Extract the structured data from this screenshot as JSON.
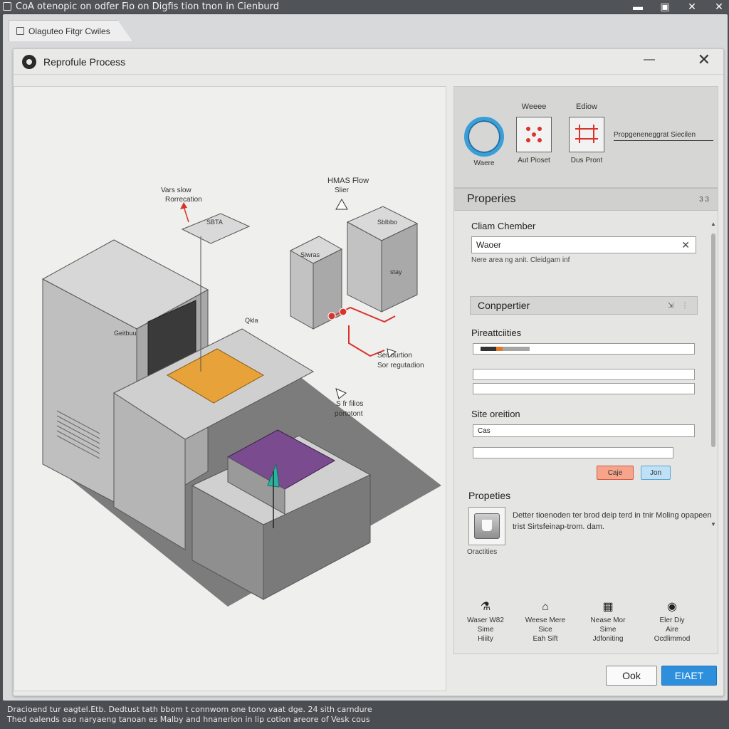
{
  "window": {
    "app_title": "CoA otenopic on odfer Fio on Digfis tion tnon in Cienburd",
    "tab_label": "Olaguteo Fitgr Cwiles",
    "dialog_title": "Reprofule Process"
  },
  "canvas": {
    "labels": {
      "vars_flow": "Vars slow",
      "reference": "Rorrecation",
      "hmas_flow": "HMAS Flow",
      "hmas_sub": "Slier",
      "ser_a": "Ser ourtion",
      "ser_b": "Sor regutadion",
      "sr_fillos": "S fr filios",
      "portotont": "portotont",
      "box1": "SBTA",
      "box2": "Siwras",
      "box3": "Sblbbo",
      "box4": "Qkla",
      "side_label": "Geitbuu",
      "stay": "stay"
    }
  },
  "panel": {
    "tools": {
      "circle_label": "Waere",
      "tool1_top": "Weeee",
      "tool1_bot": "Aut Pioset",
      "tool2_top": "Ediow",
      "tool2_bot": "Dus Pront",
      "tool3_label": "Propgeneneggrat Siecilen"
    },
    "properties_title": "Properies",
    "properties_icons": "3 3",
    "chamber_label": "Cliam Chember",
    "chamber_value": "Waoer",
    "chamber_hint": "Nere area ng anit. Cleidgam inf",
    "component_head": "Conppertier",
    "component_icons": "⇲ ⋮",
    "pressure_label": "Pireattciities",
    "site_label": "Site oreition",
    "site_value": "Cas",
    "btn_cancel": "Caje",
    "btn_join": "Jon",
    "props2_title": "Propeties",
    "thumb_caption": "Oractities",
    "description": "Detter tioenoden ter brod deip terd in tnir Moling opapeen trist Sirtsfeinap-trom. dam.",
    "bottom": [
      {
        "icon": "⚗",
        "line1": "Waser W82",
        "line2": "Sime",
        "line3": "Hiiity"
      },
      {
        "icon": "⌂",
        "line1": "Weese Mere",
        "line2": "Sice",
        "line3": "Eah Sift"
      },
      {
        "icon": "▦",
        "line1": "Nease Mor",
        "line2": "Sime",
        "line3": "Jdfoniting"
      },
      {
        "icon": "◉",
        "line1": "Eler Diy",
        "line2": "Aire",
        "line3": "Ocdlimmod"
      }
    ]
  },
  "buttons": {
    "ok": "Ook",
    "primary": "EIAET"
  },
  "status": {
    "line1": "Dracioend tur eagtel.Etb. Dedtust tath bbom t connwom one tono vaat dge. 24 sith carndure",
    "line2": "Thed oalends oao naryaeng tanoan es Malby and hnanerion in lip cotion areore of Vesk cous"
  },
  "colors": {
    "accent_blue": "#2e8fdc",
    "circle_blue": "#3a9fd6",
    "wafer_orange": "#e8a23a",
    "wafer_purple": "#7a4b8f",
    "arrow_red": "#d9342b",
    "teal": "#2ab3a0"
  },
  "progress": {
    "dark_fraction": 0.07,
    "orange_fraction": 0.03,
    "grey_fraction": 0.12
  }
}
